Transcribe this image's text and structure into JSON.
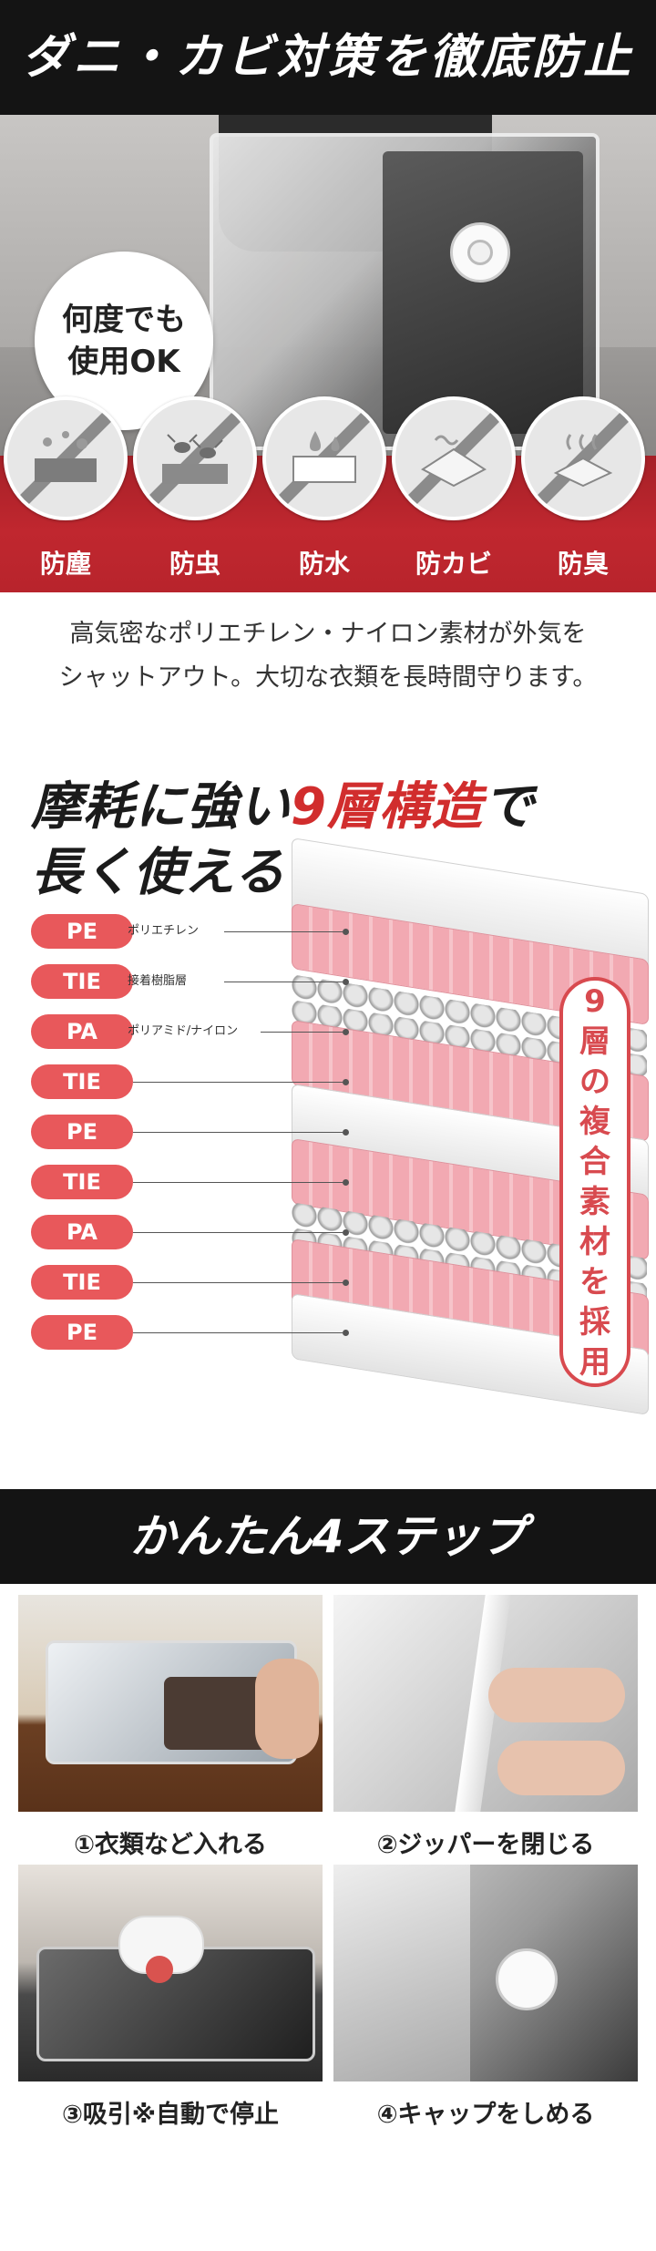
{
  "section1": {
    "title": "ダニ・カビ対策を徹底防止",
    "badge": [
      "何度でも",
      "使用OK"
    ],
    "features": [
      {
        "label": "防塵",
        "icon": "dust-icon"
      },
      {
        "label": "防虫",
        "icon": "bug-icon"
      },
      {
        "label": "防水",
        "icon": "water-icon"
      },
      {
        "label": "防カビ",
        "icon": "mold-icon"
      },
      {
        "label": "防臭",
        "icon": "odor-icon"
      }
    ],
    "description": [
      "高気密なポリエチレン・ナイロン素材が外気を",
      "シャットアウト。大切な衣類を長時間守ります。"
    ]
  },
  "section2": {
    "headline_pre": "摩耗に強い",
    "headline_red": "9層構造",
    "headline_post": "で",
    "headline_line2": "長く使える",
    "layers": [
      "PE",
      "TIE",
      "PA",
      "TIE",
      "PE",
      "TIE",
      "PA",
      "TIE",
      "PE"
    ],
    "layer_notes": [
      "ポリエチレン",
      "接着樹脂層",
      "ポリアミド/ナイロン"
    ],
    "vertical_label": [
      "9",
      "層",
      "の",
      "複",
      "合",
      "素",
      "材",
      "を",
      "採",
      "用"
    ],
    "colors": {
      "accent": "#e8585b",
      "headline_red": "#d12d2d"
    }
  },
  "section3": {
    "title": "かんたん4ステップ",
    "steps": [
      {
        "caption": "①衣類など入れる"
      },
      {
        "caption": "②ジッパーを閉じる"
      },
      {
        "caption": "③吸引※自動で停止"
      },
      {
        "caption": "④キャップをしめる"
      }
    ]
  }
}
